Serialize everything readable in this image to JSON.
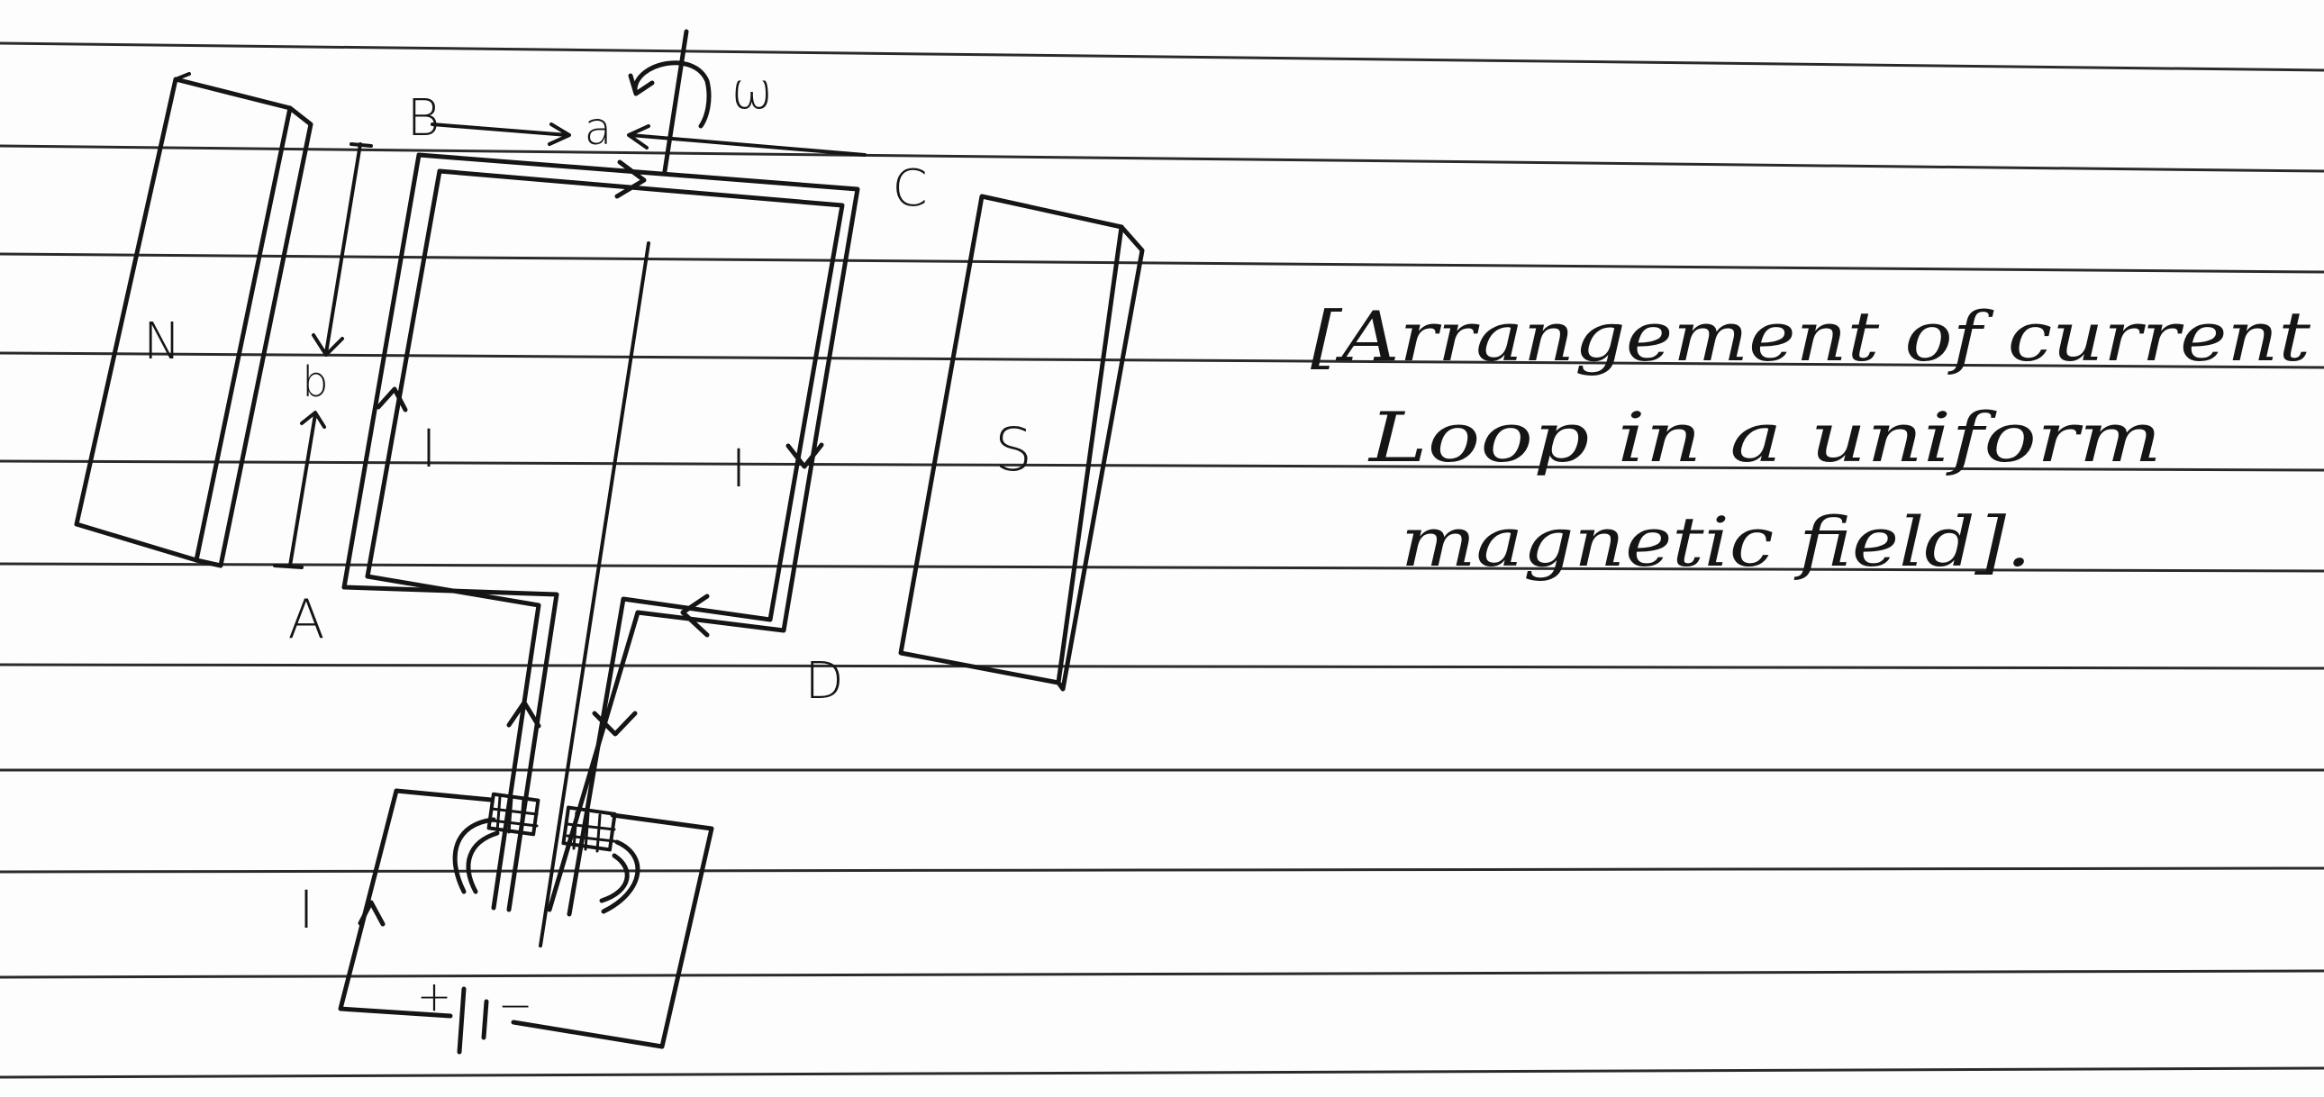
{
  "labels": {
    "north_pole": "N",
    "south_pole": "S",
    "corner_a": "A",
    "corner_b": "B",
    "corner_c": "C",
    "corner_d": "D",
    "side_a": "a",
    "side_b": "b",
    "angular_velocity": "ω",
    "current_left": "I",
    "current_right": "I",
    "current_battery": "I",
    "battery_plus": "+",
    "battery_minus": "−"
  },
  "caption": {
    "line1": "[Arrangement of current",
    "line2": "Loop in a uniform",
    "line3": "magnetic field]."
  }
}
